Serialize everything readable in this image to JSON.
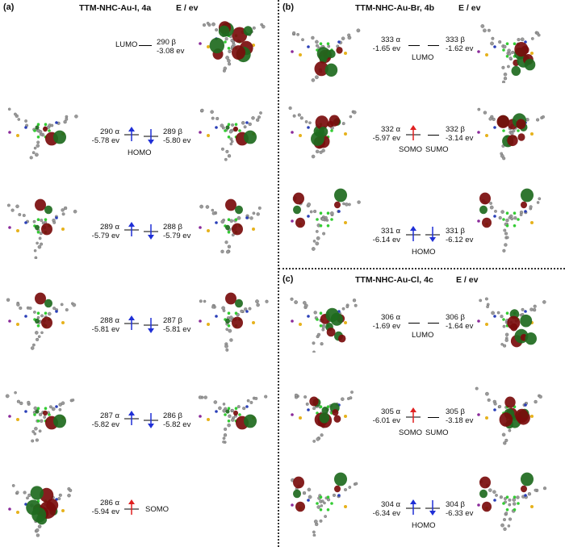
{
  "panels": {
    "a": {
      "label": "(a)",
      "title": "TTM-NHC-Au-I, 4a",
      "energy_header": "E / ev",
      "lumo": {
        "tag": "LUMO",
        "beta_id": "290 β",
        "beta_e": "-3.08 ev"
      },
      "rows": [
        {
          "alpha_id": "290 α",
          "alpha_e": "-5.78 ev",
          "beta_id": "289 β",
          "beta_e": "-5.80 ev",
          "tag": "HOMO"
        },
        {
          "alpha_id": "289 α",
          "alpha_e": "-5.79 ev",
          "beta_id": "288 β",
          "beta_e": "-5.79 ev",
          "tag": ""
        },
        {
          "alpha_id": "288 α",
          "alpha_e": "-5.81 ev",
          "beta_id": "287 β",
          "beta_e": "-5.81 ev",
          "tag": ""
        },
        {
          "alpha_id": "287 α",
          "alpha_e": "-5.82 ev",
          "beta_id": "286 β",
          "beta_e": "-5.82 ev",
          "tag": ""
        }
      ],
      "somo": {
        "alpha_id": "286 α",
        "alpha_e": "-5.94 ev",
        "tag": "SOMO"
      }
    },
    "b": {
      "label": "(b)",
      "title": "TTM-NHC-Au-Br, 4b",
      "energy_header": "E / ev",
      "lumo": {
        "alpha_id": "333 α",
        "alpha_e": "-1.65 ev",
        "beta_id": "333 β",
        "beta_e": "-1.62 ev",
        "tag": "LUMO"
      },
      "somo": {
        "alpha_id": "332 α",
        "alpha_e": "-5.97 ev",
        "beta_id": "332 β",
        "beta_e": "-3.14 ev",
        "tag_somo": "SOMO",
        "tag_sumo": "SUMO"
      },
      "homo": {
        "alpha_id": "331 α",
        "alpha_e": "-6.14 ev",
        "beta_id": "331 β",
        "beta_e": "-6.12 ev",
        "tag": "HOMO"
      }
    },
    "c": {
      "label": "(c)",
      "title": "TTM-NHC-Au-Cl, 4c",
      "energy_header": "E / ev",
      "lumo": {
        "alpha_id": "306 α",
        "alpha_e": "-1.69 ev",
        "beta_id": "306 β",
        "beta_e": "-1.64 ev",
        "tag": "LUMO"
      },
      "somo": {
        "alpha_id": "305 α",
        "alpha_e": "-6.01 ev",
        "beta_id": "305 β",
        "beta_e": "-3.18 ev",
        "tag_somo": "SOMO",
        "tag_sumo": "SUMO"
      },
      "homo": {
        "alpha_id": "304 α",
        "alpha_e": "-6.34 ev",
        "beta_id": "304 β",
        "beta_e": "-6.33 ev",
        "tag": "HOMO"
      }
    }
  },
  "colors": {
    "alpha_arrow": "#1f2fd6",
    "somo_arrow": "#e02020",
    "orbital_pos": "#7a0c0c",
    "orbital_neg": "#1e6a1e",
    "atom_c": "#9a9a9a",
    "atom_n": "#2a3fb8",
    "atom_cl": "#33cc33",
    "atom_au": "#e6b21c",
    "atom_i": "#8a2a9a"
  }
}
